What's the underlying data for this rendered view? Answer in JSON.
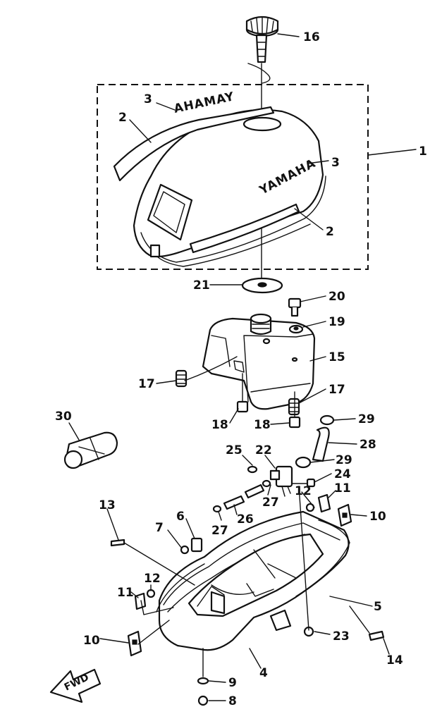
{
  "diagram": {
    "brand_text": "YAMAHA",
    "brand_text_mirrored": "AHAMAY",
    "direction_label": "FWD",
    "callouts": {
      "c1": "1",
      "c2a": "2",
      "c2b": "2",
      "c3a": "3",
      "c3b": "3",
      "c4": "4",
      "c5": "5",
      "c6": "6",
      "c7": "7",
      "c8": "8",
      "c9": "9",
      "c10a": "10",
      "c10b": "10",
      "c11a": "11",
      "c11b": "11",
      "c12a": "12",
      "c12b": "12",
      "c13": "13",
      "c14": "14",
      "c15": "15",
      "c16": "16",
      "c17a": "17",
      "c17b": "17",
      "c18a": "18",
      "c18b": "18",
      "c19": "19",
      "c20": "20",
      "c21": "21",
      "c22": "22",
      "c23": "23",
      "c24": "24",
      "c25": "25",
      "c26": "26",
      "c27a": "27",
      "c27b": "27",
      "c28": "28",
      "c29a": "29",
      "c29b": "29",
      "c30": "30"
    }
  }
}
